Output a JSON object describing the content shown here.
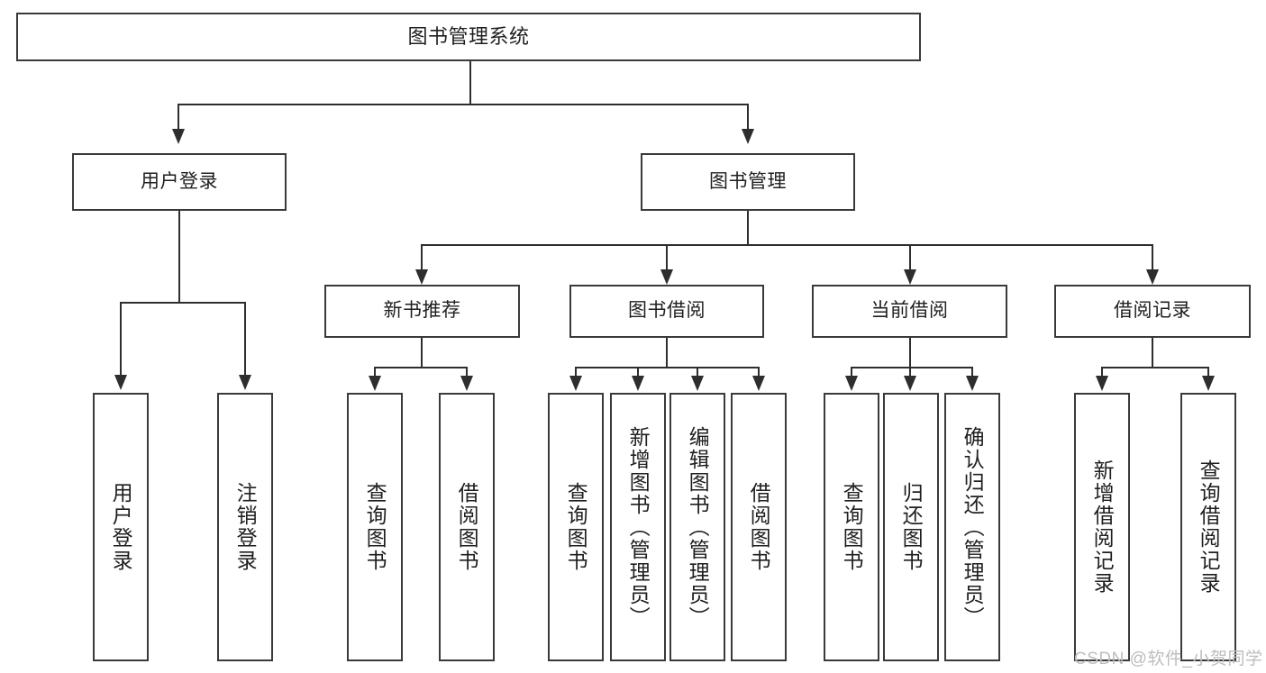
{
  "diagram": {
    "title": "图书管理系统",
    "type": "tree-hierarchy-diagram",
    "root": {
      "label": "图书管理系统"
    },
    "level2": [
      {
        "label": "用户登录"
      },
      {
        "label": "图书管理"
      }
    ],
    "level3": [
      {
        "label": "新书推荐"
      },
      {
        "label": "图书借阅"
      },
      {
        "label": "当前借阅"
      },
      {
        "label": "借阅记录"
      }
    ],
    "leaves": {
      "user_login": [
        {
          "label": "用户登录"
        },
        {
          "label": "注销登录"
        }
      ],
      "new_book_recommend": [
        {
          "label": "查询图书"
        },
        {
          "label": "借阅图书"
        }
      ],
      "book_borrow": [
        {
          "label": "查询图书"
        },
        {
          "label": "新增图书（管理员）"
        },
        {
          "label": "编辑图书（管理员）"
        },
        {
          "label": "借阅图书"
        }
      ],
      "current_borrow": [
        {
          "label": "查询图书"
        },
        {
          "label": "归还图书"
        },
        {
          "label": "确认归还（管理员）"
        }
      ],
      "borrow_record": [
        {
          "label": "新增借阅记录"
        },
        {
          "label": "查询借阅记录"
        }
      ]
    }
  },
  "watermark": {
    "text": "CSDN @软件_小贺同学"
  },
  "colors": {
    "border": "#3a3a3a",
    "line": "#2e2e2e",
    "text": "#1f1f1f",
    "background": "#ffffff",
    "watermark": "#bdbdbd"
  }
}
